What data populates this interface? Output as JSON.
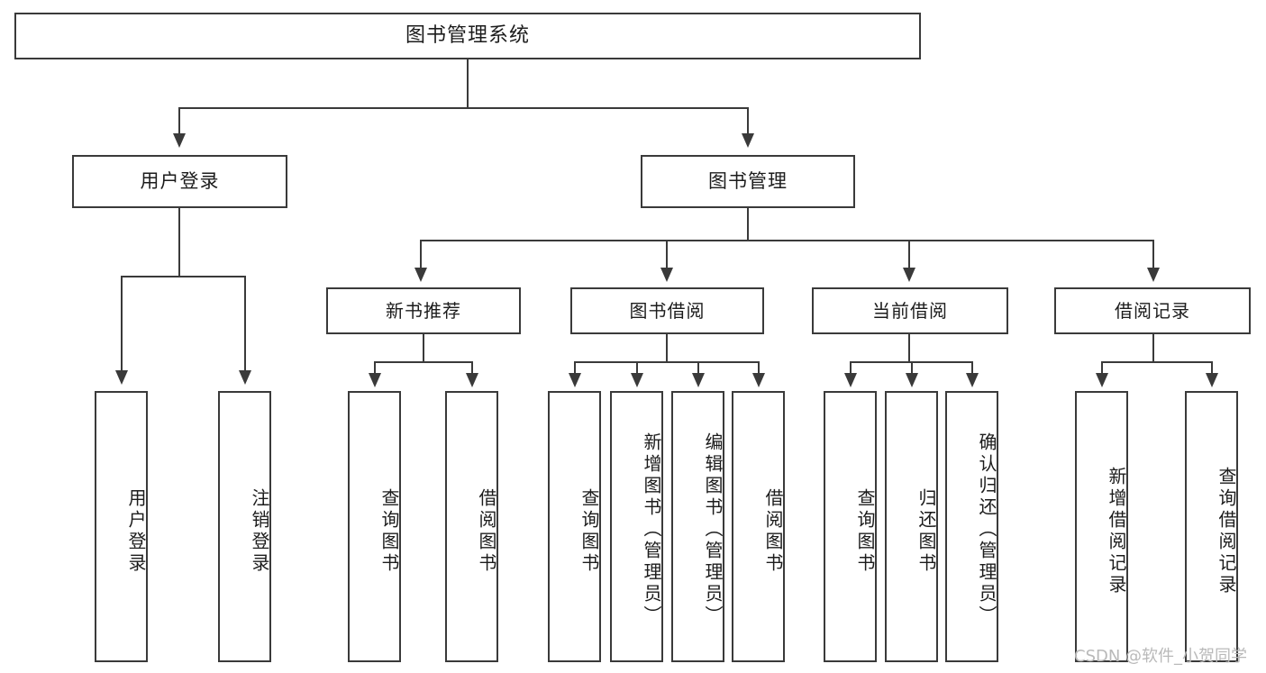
{
  "diagram": {
    "title": "图书管理系统",
    "type": "hierarchy-tree",
    "levels": {
      "root": {
        "label": "图书管理系统"
      },
      "level2": [
        {
          "label": "用户登录"
        },
        {
          "label": "图书管理"
        }
      ],
      "level3": [
        {
          "label": "新书推荐"
        },
        {
          "label": "图书借阅"
        },
        {
          "label": "当前借阅"
        },
        {
          "label": "借阅记录"
        }
      ],
      "leaves": {
        "user_login": [
          {
            "label": "用户登录"
          },
          {
            "label": "注销登录"
          }
        ],
        "new_book_recommend": [
          {
            "label": "查询图书"
          },
          {
            "label": "借阅图书"
          }
        ],
        "book_borrow": [
          {
            "label": "查询图书"
          },
          {
            "label": "新增图书（管理员）"
          },
          {
            "label": "编辑图书（管理员）"
          },
          {
            "label": "借阅图书"
          }
        ],
        "current_borrow": [
          {
            "label": "查询图书"
          },
          {
            "label": "归还图书"
          },
          {
            "label": "确认归还（管理员）"
          }
        ],
        "borrow_record": [
          {
            "label": "新增借阅记录"
          },
          {
            "label": "查询借阅记录"
          }
        ]
      }
    }
  },
  "watermark": {
    "text": "CSDN @软件_小贺同学"
  },
  "colors": {
    "stroke": "#3a3a3a",
    "text": "#1c1c1c",
    "background": "#ffffff",
    "watermark": "#b9b9b9"
  }
}
